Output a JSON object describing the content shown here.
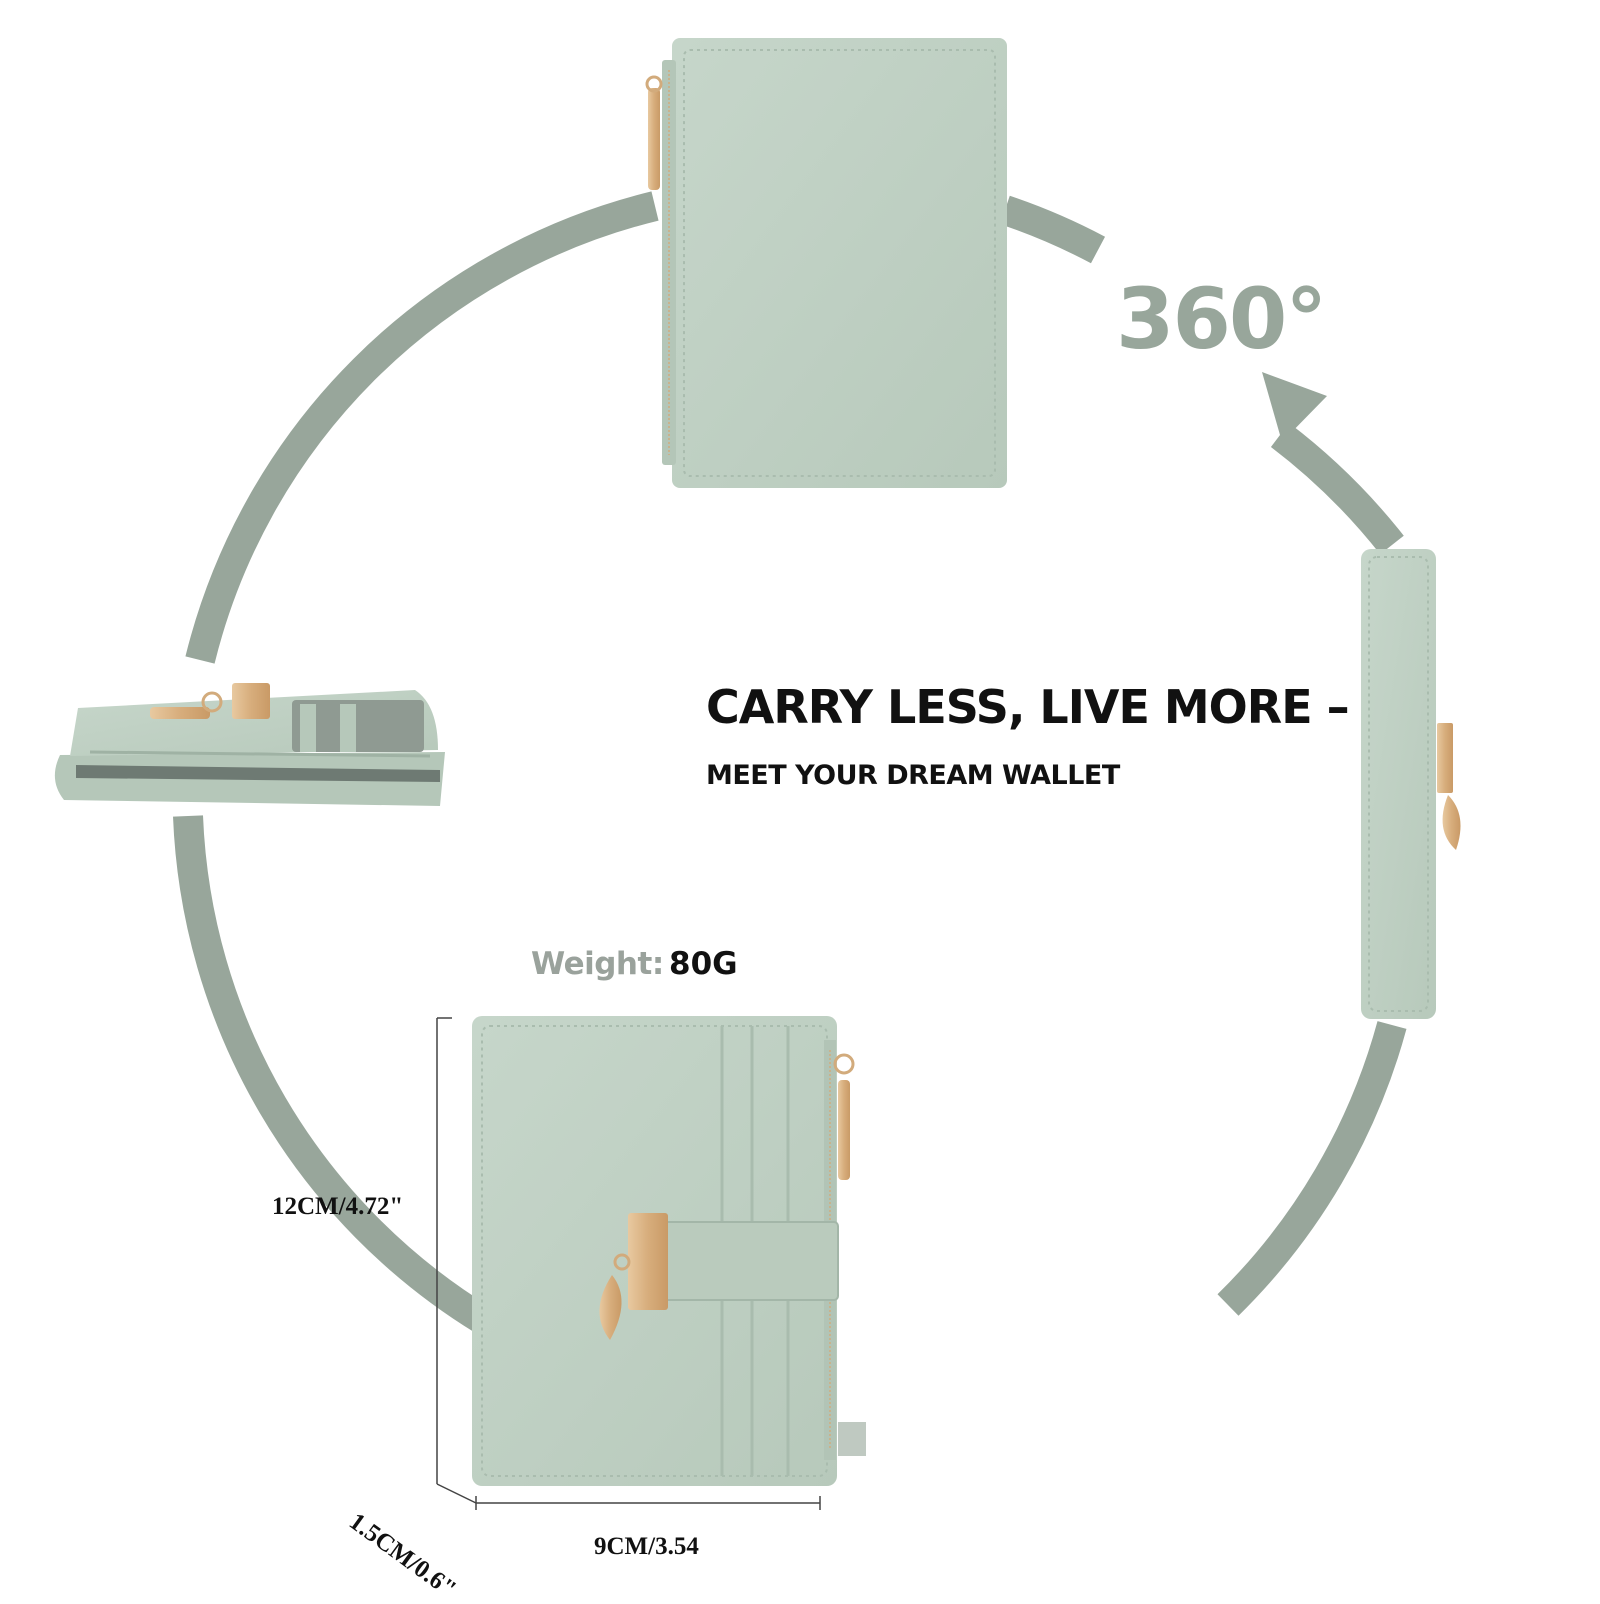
{
  "rotation": {
    "label": "360°"
  },
  "tagline": {
    "headline": "CARRY LESS, LIVE MORE –",
    "subline": "MEET YOUR DREAM WALLET"
  },
  "spec": {
    "weight_label": "Weight:",
    "weight_value": "80G",
    "height": "12CM/4.72\"",
    "width": "9CM/3.54",
    "depth": "1.5CM/0.6\""
  },
  "colors": {
    "wallet": "#bfd0c3",
    "wallet_dark": "#a9bcae",
    "ring": "#98a69b",
    "hardware": "#d9b48a",
    "text": "#111111"
  }
}
